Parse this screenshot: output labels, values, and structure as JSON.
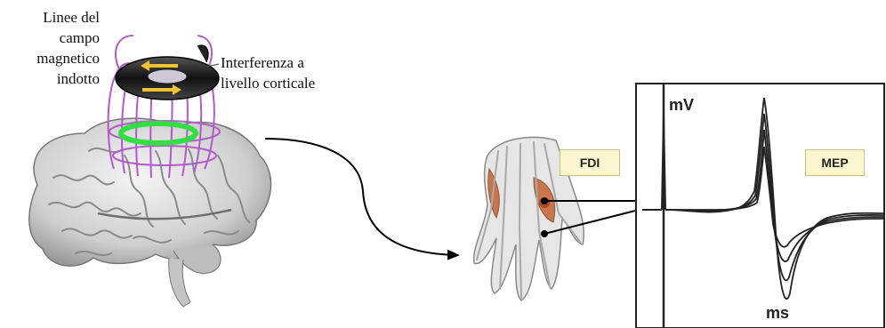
{
  "labels": {
    "field_lines": [
      "Linee del",
      "campo",
      "magnetico",
      "indotto"
    ],
    "interference": [
      "Interferenza a",
      "livello corticale"
    ]
  },
  "tags": {
    "fdi": "FDI",
    "mep": "MEP"
  },
  "axes": {
    "y_unit": "mV",
    "x_unit": "ms"
  },
  "colors": {
    "field_lines": "#b05cc9",
    "coil": "#2a2a2a",
    "arrows": "#f2c230",
    "green_ring": "#33dd44",
    "brain": "#d6d6d6",
    "hand_muscle": "#c9764a",
    "tag_fill": "#fbf6cf"
  },
  "icons": [
    "brain-icon",
    "tms-coil-icon",
    "hand-icon",
    "curved-arrow-icon"
  ]
}
